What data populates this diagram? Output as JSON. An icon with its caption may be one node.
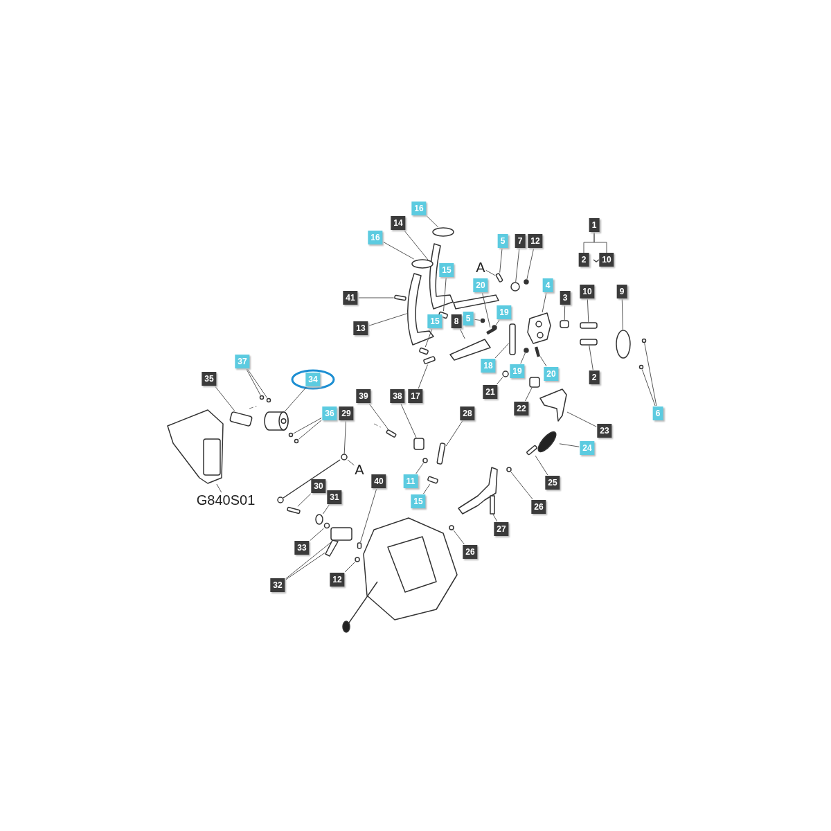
{
  "diagram": {
    "nodes": [
      {
        "text": [
          "16"
        ]
      },
      {
        "text": [
          "14"
        ]
      },
      {
        "text": [
          "16"
        ]
      },
      {
        "text": [
          "5"
        ]
      },
      {
        "text": [
          "7"
        ]
      },
      {
        "text": [
          "12"
        ]
      },
      {
        "text": [
          "1"
        ]
      },
      {
        "text": [
          "2"
        ]
      },
      {
        "text": [
          "10"
        ]
      },
      {
        "text": [
          "15"
        ]
      },
      {
        "text": [
          "20"
        ]
      },
      {
        "text": [
          "4"
        ]
      },
      {
        "text": [
          "41"
        ]
      },
      {
        "text": [
          "3"
        ]
      },
      {
        "text": [
          "10"
        ]
      },
      {
        "text": [
          "9"
        ]
      },
      {
        "text": [
          "8"
        ]
      },
      {
        "text": [
          "5"
        ]
      },
      {
        "text": [
          "19"
        ]
      },
      {
        "text": [
          "13"
        ]
      },
      {
        "text": [
          "15"
        ]
      },
      {
        "text": [
          "18"
        ]
      },
      {
        "text": [
          "19"
        ]
      },
      {
        "text": [
          "20"
        ]
      },
      {
        "text": [
          "2"
        ]
      },
      {
        "text": [
          "37"
        ]
      },
      {
        "text": [
          "34"
        ]
      },
      {
        "text": [
          "35"
        ]
      },
      {
        "text": [
          "39"
        ]
      },
      {
        "text": [
          "38"
        ]
      },
      {
        "text": [
          "17"
        ]
      },
      {
        "text": [
          "21"
        ]
      },
      {
        "text": [
          "22"
        ]
      },
      {
        "text": [
          "36"
        ]
      },
      {
        "text": [
          "29"
        ]
      },
      {
        "text": [
          "6"
        ]
      },
      {
        "text": [
          "23"
        ]
      },
      {
        "text": [
          "28"
        ]
      },
      {
        "text": [
          "24"
        ]
      },
      {
        "text": [
          "25"
        ]
      },
      {
        "text": [
          "11"
        ]
      },
      {
        "text": [
          "40"
        ]
      },
      {
        "text": [
          "30"
        ]
      },
      {
        "text": [
          "31"
        ]
      },
      {
        "text": [
          "15"
        ]
      },
      {
        "text": [
          "26"
        ]
      },
      {
        "text": [
          "27"
        ]
      },
      {
        "text": [
          "33"
        ]
      },
      {
        "text": [
          "26"
        ]
      },
      {
        "text": [
          "32"
        ]
      },
      {
        "text": [
          "12"
        ]
      },
      {
        "text": [
          "G840S01"
        ]
      },
      {
        "text": [
          "A"
        ]
      },
      {
        "text": [
          "A"
        ]
      },
      {
        "text": [],
        "shape": "circle"
      },
      {
        "text": [],
        "shape": "picture"
      },
      {
        "text": [],
        "shape": "circle"
      },
      {
        "text": [],
        "shape": "box"
      },
      {
        "text": [],
        "shape": "circle"
      },
      {
        "text": [],
        "shape": "circle"
      },
      {
        "text": [],
        "shape": "box"
      },
      {
        "text": [],
        "shape": "bar"
      },
      {
        "text": [],
        "shape": "picture"
      },
      {
        "text": [],
        "shape": "box"
      },
      {
        "text": [],
        "shape": "box"
      },
      {
        "text": [],
        "shape": "box"
      },
      {
        "text": [],
        "shape": "circle"
      },
      {
        "text": [],
        "shape": "picture"
      },
      {
        "text": [],
        "shape": "circle"
      },
      {
        "text": [],
        "shape": "circle"
      },
      {
        "text": [],
        "shape": "picture"
      },
      {
        "text": [],
        "shape": "box"
      },
      {
        "text": [],
        "shape": "box"
      },
      {
        "text": [],
        "shape": "circle"
      },
      {
        "text": [],
        "shape": "bar"
      },
      {
        "text": [],
        "shape": "box"
      },
      {
        "text": [],
        "shape": "circle"
      },
      {
        "text": [],
        "shape": "circle"
      },
      {
        "text": [],
        "shape": "cylinder"
      },
      {
        "text": [],
        "shape": "box"
      },
      {
        "text": [],
        "shape": "box"
      },
      {
        "text": [],
        "shape": "box"
      },
      {
        "text": [],
        "shape": "box"
      },
      {
        "text": [],
        "shape": "circle"
      },
      {
        "text": [],
        "shape": "box"
      },
      {
        "text": [],
        "shape": "circle"
      },
      {
        "text": [],
        "shape": "circle"
      },
      {
        "text": [],
        "shape": "circle"
      },
      {
        "text": [],
        "shape": "circle"
      },
      {
        "text": [],
        "shape": "circle"
      },
      {
        "text": [],
        "shape": "picture"
      },
      {
        "text": [],
        "shape": "box"
      },
      {
        "text": [],
        "shape": "circle"
      },
      {
        "text": [],
        "shape": "box"
      },
      {
        "text": [],
        "shape": "circle"
      },
      {
        "text": [],
        "shape": "box"
      },
      {
        "text": [],
        "shape": "box"
      },
      {
        "text": [],
        "shape": "circle"
      },
      {
        "text": [],
        "shape": "box"
      },
      {
        "text": [],
        "shape": "circle"
      },
      {
        "text": [],
        "shape": "picture"
      },
      {
        "text": [],
        "shape": "circle"
      },
      {
        "text": [],
        "shape": "circle"
      },
      {
        "text": [],
        "shape": "picture"
      },
      {
        "text": [],
        "shape": "box"
      },
      {
        "text": [],
        "shape": "circle"
      },
      {
        "text": [],
        "shape": "picture"
      },
      {
        "text": [],
        "shape": "picture"
      }
    ],
    "edges": [
      {
        "from": 0,
        "to": 54,
        "arrow": "none"
      },
      {
        "from": 1,
        "to": 55,
        "arrow": "none"
      },
      {
        "from": 2,
        "to": 56,
        "arrow": "none"
      },
      {
        "from": 3,
        "to": 57,
        "arrow": "none"
      },
      {
        "from": 4,
        "to": 58,
        "arrow": "none"
      },
      {
        "from": 5,
        "to": 59,
        "arrow": "none"
      },
      {
        "from": 6,
        "to": 7,
        "arrow": "none"
      },
      {
        "from": 6,
        "to": 8,
        "arrow": "none"
      },
      {
        "from": 9,
        "to": 60,
        "arrow": "none"
      },
      {
        "from": 10,
        "to": 61,
        "arrow": "none"
      },
      {
        "from": 11,
        "to": 62,
        "arrow": "none"
      },
      {
        "from": 12,
        "to": 63,
        "arrow": "none"
      },
      {
        "from": 13,
        "to": 64,
        "arrow": "none"
      },
      {
        "from": 14,
        "to": 65,
        "arrow": "none"
      },
      {
        "from": 15,
        "to": 66,
        "arrow": "none"
      },
      {
        "from": 16,
        "to": 67,
        "arrow": "none"
      },
      {
        "from": 17,
        "to": 68,
        "arrow": "none"
      },
      {
        "from": 18,
        "to": 69,
        "arrow": "none"
      },
      {
        "from": 19,
        "to": 70,
        "arrow": "none"
      },
      {
        "from": 20,
        "to": 71,
        "arrow": "none"
      },
      {
        "from": 21,
        "to": 72,
        "arrow": "none"
      },
      {
        "from": 22,
        "to": 73,
        "arrow": "none"
      },
      {
        "from": 23,
        "to": 74,
        "arrow": "none"
      },
      {
        "from": 24,
        "to": 75,
        "arrow": "none"
      },
      {
        "from": 25,
        "to": 76,
        "arrow": "none"
      },
      {
        "from": 25,
        "to": 77,
        "arrow": "none"
      },
      {
        "from": 26,
        "to": 78,
        "arrow": "none"
      },
      {
        "from": 27,
        "to": 79,
        "arrow": "none"
      },
      {
        "from": 28,
        "to": 80,
        "arrow": "none"
      },
      {
        "from": 29,
        "to": 81,
        "arrow": "none"
      },
      {
        "from": 30,
        "to": 82,
        "arrow": "none"
      },
      {
        "from": 31,
        "to": 83,
        "arrow": "none"
      },
      {
        "from": 32,
        "to": 84,
        "arrow": "none"
      },
      {
        "from": 33,
        "to": 85,
        "arrow": "none"
      },
      {
        "from": 33,
        "to": 86,
        "arrow": "none"
      },
      {
        "from": 34,
        "to": 87,
        "arrow": "none"
      },
      {
        "from": 35,
        "to": 88,
        "arrow": "none"
      },
      {
        "from": 35,
        "to": 89,
        "arrow": "none"
      },
      {
        "from": 36,
        "to": 90,
        "arrow": "none"
      },
      {
        "from": 37,
        "to": 91,
        "arrow": "none"
      },
      {
        "from": 38,
        "to": 92,
        "arrow": "none"
      },
      {
        "from": 39,
        "to": 93,
        "arrow": "none"
      },
      {
        "from": 40,
        "to": 94,
        "arrow": "none"
      },
      {
        "from": 41,
        "to": 95,
        "arrow": "none"
      },
      {
        "from": 42,
        "to": 96,
        "arrow": "none"
      },
      {
        "from": 43,
        "to": 97,
        "arrow": "none"
      },
      {
        "from": 44,
        "to": 98,
        "arrow": "none"
      },
      {
        "from": 45,
        "to": 99,
        "arrow": "none"
      },
      {
        "from": 46,
        "to": 100,
        "arrow": "none"
      },
      {
        "from": 47,
        "to": 101,
        "arrow": "none"
      },
      {
        "from": 48,
        "to": 102,
        "arrow": "none"
      },
      {
        "from": 49,
        "to": 103,
        "arrow": "none"
      },
      {
        "from": 49,
        "to": 104,
        "arrow": "none"
      },
      {
        "from": 50,
        "to": 105,
        "arrow": "none"
      },
      {
        "from": 51,
        "to": 106,
        "arrow": "none"
      },
      {
        "from": 52,
        "to": 57,
        "arrow": "none"
      },
      {
        "from": 53,
        "to": 87,
        "arrow": "none"
      }
    ]
  }
}
